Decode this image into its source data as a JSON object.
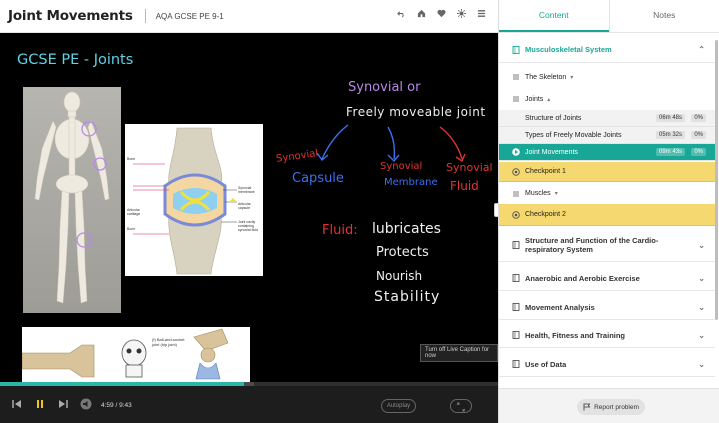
{
  "header": {
    "title": "Joint Movements",
    "subtitle": "AQA GCSE PE 9-1",
    "icons": [
      "undo-icon",
      "home-icon",
      "heart-icon",
      "brightness-icon",
      "list-icon"
    ]
  },
  "video": {
    "slide_title": "GCSE PE - Joints",
    "handwriting": {
      "heading1": "Synovial or",
      "heading2": "Freely moveable joint",
      "branch1a": "Synovial",
      "branch1b": "Capsule",
      "branch2a": "Synovial",
      "branch2b": "Membrane",
      "branch3a": "Synovial",
      "branch3b": "Fluid",
      "fluid": "Fluid:",
      "func1": "lubricates",
      "func2": "Protects",
      "func3": "Nourish",
      "func4": "Stability"
    },
    "diagram_labels": {
      "bone_top": "Bone",
      "articular_cartilage": "Articular cartilage",
      "bone_bottom": "Bone",
      "synovial_membrane": "Synovial membrane",
      "articular_capsule": "Articular capsule",
      "joint_cavity": "Joint cavity containing synovial fluid",
      "ball_socket": "(f) Ball-and-socket joint (hip joint)"
    },
    "caption_tooltip": "Turn off Live Caption for now",
    "progress": 0.49,
    "buffered": 0.51
  },
  "controls": {
    "time": "4:59 / 9:43",
    "autoplay_label": "Autoplay"
  },
  "sidebar": {
    "tabs": [
      "Content",
      "Notes"
    ],
    "active_tab": "Content",
    "rows": [
      {
        "kind": "section",
        "label": "Musculoskeletal System",
        "chevron": "⌃",
        "accent": true
      },
      {
        "kind": "sub",
        "label": "The Skeleton",
        "chevron": "▾"
      },
      {
        "kind": "sub",
        "label": "Joints",
        "chevron": "▴"
      },
      {
        "kind": "lesson",
        "label": "Structure of Joints",
        "duration": "06m 48s",
        "percent": "0%"
      },
      {
        "kind": "lesson",
        "label": "Types of Freely Movable Joints",
        "duration": "05m 32s",
        "percent": "0%"
      },
      {
        "kind": "lesson-active",
        "label": "Joint Movements",
        "duration": "09m 43s",
        "percent": "0%"
      },
      {
        "kind": "checkpoint",
        "label": "Checkpoint 1"
      },
      {
        "kind": "sub",
        "label": "Muscles",
        "chevron": "▾"
      },
      {
        "kind": "checkpoint",
        "label": "Checkpoint 2"
      },
      {
        "kind": "section",
        "label": "Structure and Function of the Cardio-respiratory System",
        "chevron": "⌄"
      },
      {
        "kind": "section",
        "label": "Anaerobic and Aerobic Exercise",
        "chevron": "⌄"
      },
      {
        "kind": "section",
        "label": "Movement Analysis",
        "chevron": "⌄"
      },
      {
        "kind": "section",
        "label": "Health, Fitness and Training",
        "chevron": "⌄"
      },
      {
        "kind": "section",
        "label": "Use of Data",
        "chevron": "⌄"
      }
    ],
    "report_label": "Report problem"
  },
  "colors": {
    "accent": "#18a796",
    "checkpoint": "#f5d86f",
    "slide_title": "#5fd3e6",
    "ink_purple": "#b889e8",
    "ink_blue": "#3d6ff0",
    "ink_red": "#e03434",
    "ink_white": "#f0f0f0"
  }
}
